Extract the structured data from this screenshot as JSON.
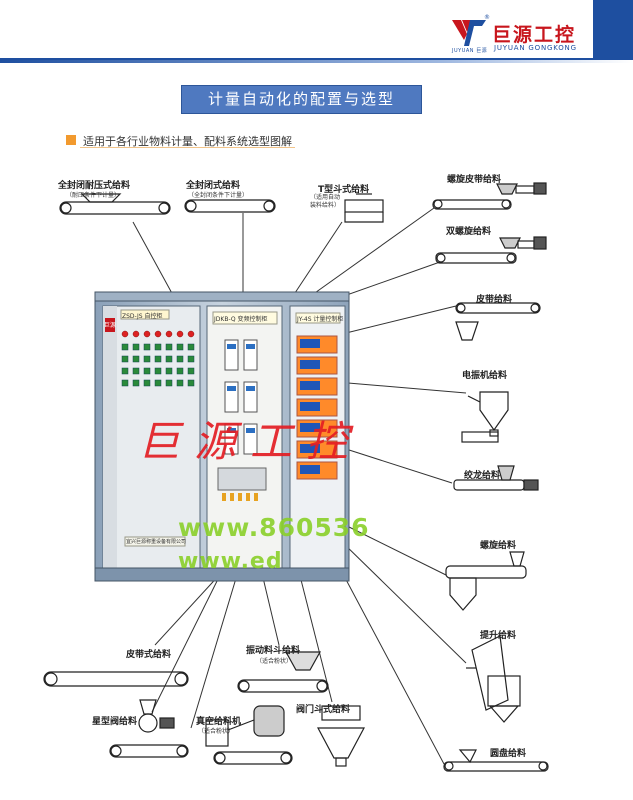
{
  "brand": {
    "name_cn": "巨源工控",
    "name_en": "JUYUAN GONGKONG",
    "mark_small": "JUYUAN 巨源",
    "reg": "®"
  },
  "title": "计量自动化的配置与选型",
  "subtitle": "适用于各行业物料计量、配料系统选型图解",
  "cabinet": {
    "left_label": "ZSD-JS 自控柜",
    "mid_label": "JDKB-Q 变频控制柜",
    "right_label": "JY-4S 计量控制柜",
    "side_mark": "巨源",
    "plate": "宜兴巨源称重设备有限公司"
  },
  "watermark": {
    "brand": "巨源工控",
    "url1": "www.860536",
    "url2": "www.ed"
  },
  "feeders": {
    "top_1": {
      "name": "全封闭耐压式给料",
      "note": "（耐压条件下计量）"
    },
    "top_2": {
      "name": "全封闭式给料",
      "note": "（全封闭条件下计量）"
    },
    "top_3": {
      "name": "T型斗式给料",
      "note": "（适用自动装料给料）"
    },
    "right_1": {
      "name": "螺旋皮带给料"
    },
    "right_2": {
      "name": "双螺旋给料"
    },
    "right_3": {
      "name": "皮带给料"
    },
    "right_4": {
      "name": "电振机给料"
    },
    "right_5": {
      "name": "绞龙给料"
    },
    "right_6": {
      "name": "螺旋给料"
    },
    "right_7": {
      "name": "提升给料"
    },
    "right_8": {
      "name": "圆盘给料"
    },
    "bottom_1": {
      "name": "皮带式给料"
    },
    "bottom_2": {
      "name": "振动料斗给料",
      "note": "（适合粉状）"
    },
    "bottom_3": {
      "name": "星型阀给料"
    },
    "bottom_4": {
      "name": "真空给料机",
      "note": "（适合粉状）"
    },
    "bottom_5": {
      "name": "阀门斗式给料"
    }
  }
}
